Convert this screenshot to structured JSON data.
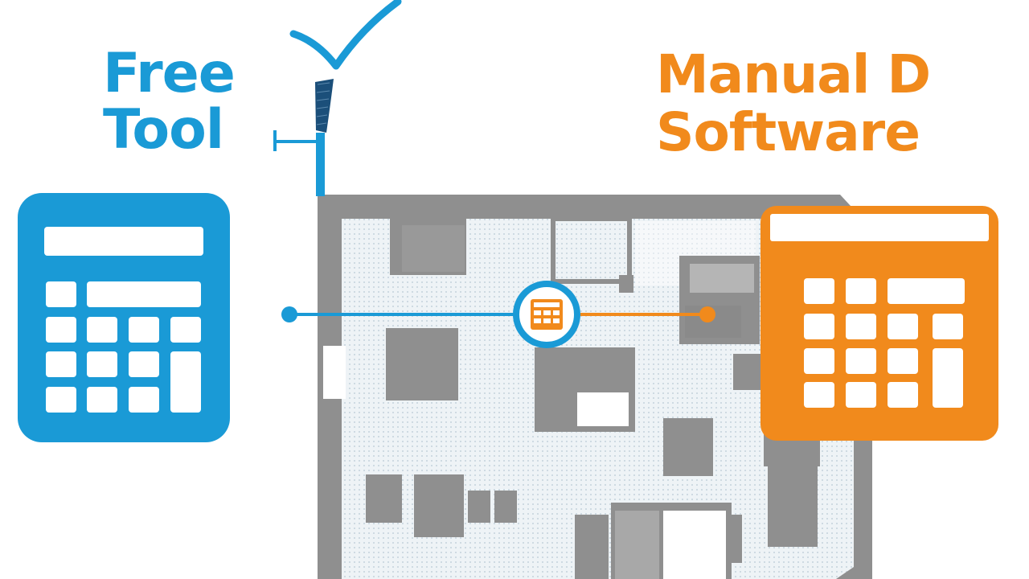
{
  "left_title": {
    "line1": "Free",
    "line2": "Tool"
  },
  "right_title": {
    "line1": "Manual D",
    "line2": "Software"
  },
  "colors": {
    "blue": "#1a9ad6",
    "blue_dark": "#1b4f7a",
    "orange": "#f18a1c",
    "gray": "#8f8f8f",
    "gray_dark": "#7e7e7e",
    "floor": "#e9eff3"
  },
  "icons": [
    "checkmark-icon",
    "calculator-icon",
    "calculator-icon",
    "floor-plan",
    "calculator-icon",
    "connector-line"
  ]
}
